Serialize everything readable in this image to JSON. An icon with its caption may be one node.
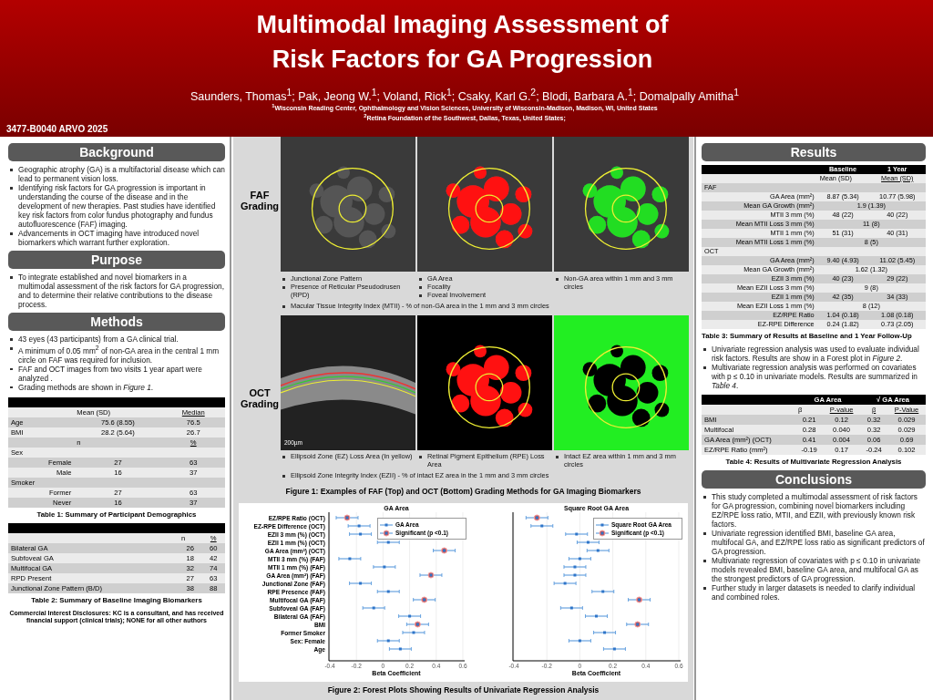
{
  "diagram": {
    "title": "Multimodal Imaging Assessment of Risk Factors for GA Progression",
    "nodes": [
      {
        "text": [
          "Background"
        ]
      },
      {
        "text": [
          "Purpose"
        ]
      },
      {
        "text": [
          "Methods"
        ]
      },
      {
        "text": [
          "Results"
        ]
      },
      {
        "text": [
          "Conclusions"
        ]
      }
    ],
    "labels": [
      "Saunders, Thomas$^{1}$; Pak, Jeong W.$^{1}$; Voland, Rick$^{1}$; Csaky, Karl G.$^{2}$; Blodi, Barbara A.$^{1}$; Domalpally Amitha$^{1}$",
      "$^{1}$Wisconsin Reading Center, Ophthalmology and Vision Sciences, University of Wisconsin-Madison, Madison, WI, United States",
      "$^{2}$Retina Foundation of the Southwest, Dallas, Texas, United States;",
      "3477-B0040 ARVO 2025",
      "Geographic atrophy (GA) is a multifactorial disease which can lead to permanent vision loss.",
      "Identifying risk factors for GA progression is important in understanding the course of the disease and in the development of new therapies. Past studies have identified key risk factors from color fundus photography and fundus autofluorescence (FAF) imaging.",
      "Advancements in OCT imaging have introduced novel biomarkers which warrant further exploration.",
      "To integrate established and novel biomarkers in a multimodal assessment of the risk factors for GA progression, and to determine their relative contributions to the disease process.",
      "43 eyes (43 participants) from a GA clinical trial.",
      "A minimum of 0.05 mm$^{2}$ of non-GA area in the central 1 mm circle on FAF was required for inclusion.",
      "FAF and OCT images from two visits 1 year apart were analyzed .",
      "Grading methods are shown in *Figure 1*.",
      "Mean (SD)",
      "Median",
      "Age",
      "75.6 (8.55)",
      "76.5",
      "BMI",
      "28.2 (5.64)",
      "26.7",
      "n",
      "%",
      "Sex",
      "Female",
      "27",
      "63",
      "Male",
      "16",
      "37",
      "Smoker",
      "Former",
      "27",
      "63",
      "Never",
      "16",
      "37",
      "Table 1: Summary of Participant Demographics",
      "n",
      "%",
      "Bilateral GA",
      "26",
      "60",
      "Subfoveal GA",
      "18",
      "42",
      "Multifocal GA",
      "32",
      "74",
      "RPD Present",
      "27",
      "63",
      "Junctional Zone Pattern (B/D)",
      "38",
      "88",
      "Table 2: Summary of Baseline Imaging Biomarkers",
      "Commercial Interest Disclosures: KC is a consultant, and has received financial support (clinical trials); NONE for all other authors",
      "FAF Grading",
      "Junctional Zone Pattern",
      "Presence of Reticular Pseudodrusen (RPD)",
      "GA Area",
      "Focality",
      "Foveal Involvement",
      "Non-GA area within 1 mm and 3 mm circles",
      "Macular Tissue Integrity Index (MTII) - % of non-GA area in the 1 mm and 3 mm circles",
      "OCT Grading",
      "200µm",
      "Ellipsoid Zone (EZ) Loss Area (In yellow)",
      "Retinal Pigment Epithelium (RPE) Loss Area",
      "Intact EZ area within 1 mm and 3 mm circles",
      "Ellipsoid Zone Integrity Index (EZII) - % of intact EZ area in the 1 mm and 3 mm circles",
      "Figure 1: Examples of FAF (Top) and OCT (Bottom) Grading Methods for GA Imaging Biomarkers",
      "GA Area",
      "EZ/RPE Ratio (OCT)",
      "EZ-RPE Difference (OCT)",
      "EZII 3 mm (%) (OCT)",
      "EZII 1 mm (%) (OCT)",
      "GA Area (mm²) (OCT)",
      "MTII 3 mm (%) (FAF)",
      "MTII 1 mm (%) (FAF)",
      "GA Area (mm²) (FAF)",
      "Junctional Zone (FAF)",
      "RPE Presence (FAF)",
      "Multifocal GA (FAF)",
      "Subfoveal GA (FAF)",
      "Bilateral GA (FAF)",
      "BMI",
      "Former Smoker",
      "Sex: Female",
      "Age",
      "-0.4",
      "-0.2",
      "0",
      "0.2",
      "0.4",
      "0.6",
      "Beta Coefficient",
      "Square Root GA Area",
      "-0.4",
      "-0.2",
      "0",
      "0.2",
      "0.4",
      "0.6",
      "Beta Coefficient",
      "Figure 2: Forest Plots Showing Results of Univariate Regression Analysis",
      "Baseline",
      "1 Year",
      "Mean (SD)",
      "Mean (SD)",
      "FAF",
      "GA Area (mm²)",
      "8.87 (5.34)",
      "10.77 (5.98)",
      "Mean GA Growth (mm²)",
      "1.9 (1.39)",
      "MTII 3 mm (%)",
      "48 (22)",
      "40 (22)",
      "Mean MTII Loss 3 mm (%)",
      "11 (8)",
      "MTII 1 mm (%)",
      "51 (31)",
      "40 (31)",
      "Mean MTII Loss 1 mm (%)",
      "8 (5)",
      "OCT",
      "GA Area (mm²)",
      "9.40 (4.93)",
      "11.02 (5.45)",
      "Mean GA Growth (mm²)",
      "1.62 (1.32)",
      "EZII 3 mm (%)",
      "40 (23)",
      "29 (22)",
      "Mean EZII Loss 3 mm (%)",
      "9 (8)",
      "EZII 1 mm (%)",
      "42 (35)",
      "34 (33)",
      "Mean EZII Loss 1 mm (%)",
      "8 (12)",
      "EZ/RPE Ratio",
      "1.04 (0.18)",
      "1.08 (0.18)",
      "EZ-RPE Difference",
      "0.24 (1.82)",
      "0.73 (2.05)",
      "Table 3: Summary of Results at Baseline and 1 Year Follow-Up",
      "Univariate regression analysis was used to evaluate individual risk factors. Results are show in a Forest plot in *Figure 2*.",
      "Multivariate regression analysis was performed on covariates with p ≤ 0.10 in univariate models. Results are summarized in *Table 4*.",
      "GA Area",
      "√ GA Area",
      "β",
      "P-value",
      "β",
      "P-Value",
      "BMI",
      "0.21",
      "0.12",
      "0.32",
      "0.029",
      "Multifocal",
      "0.28",
      "0.040",
      "0.32",
      "0.029",
      "GA Area (mm²) (OCT)",
      "0.41",
      "0.004",
      "0.06",
      "0.69",
      "EZ/RPE Ratio (mm²)",
      "-0.19",
      "0.17",
      "-0.24",
      "0.102",
      "Table 4: Results of Multivariate Regression Analysis",
      "This study completed a multimodal assessment of risk factors for GA progression, combining novel biomarkers including EZ/RPE loss ratio, MTII, and EZII, with previously known risk factors.",
      "Univariate regression identified BMI, baseline GA area, multifocal GA, and EZ/RPE loss ratio as significant predictors of GA progression.",
      "Multivariate regression of covariates with p ≤ 0.10 in univariate models revealed BMI, baseline GA area, and multifocal GA as the strongest predictors of GA progression.",
      "Further study in larger datasets is needed to clarify individual and combined roles."
    ],
    "legend": [
      {
        "text": "GA Area"
      },
      {
        "text": "Significant (p <0.1)"
      },
      {
        "text": "Square Root GA Area"
      },
      {
        "text": "Significant (p <0.1)"
      }
    ]
  }
}
